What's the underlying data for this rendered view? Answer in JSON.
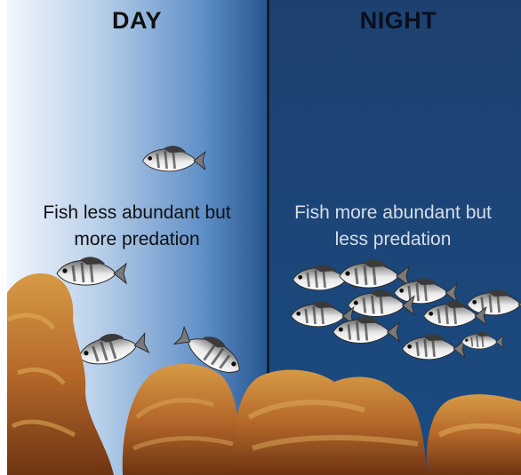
{
  "panels": {
    "day": {
      "title": "DAY",
      "description_line1": "Fish less abundant but",
      "description_line2": "more predation",
      "fish_count": 4
    },
    "night": {
      "title": "NIGHT",
      "description_line1": "Fish more abundant but",
      "description_line2": "less predation",
      "fish_count": 10
    }
  },
  "colors": {
    "day_water_light": "#eef4fb",
    "day_water_dark": "#2a5a9a",
    "night_water": "#1c4577",
    "divider": "#0a0a0a",
    "rock": "#b5682a"
  }
}
